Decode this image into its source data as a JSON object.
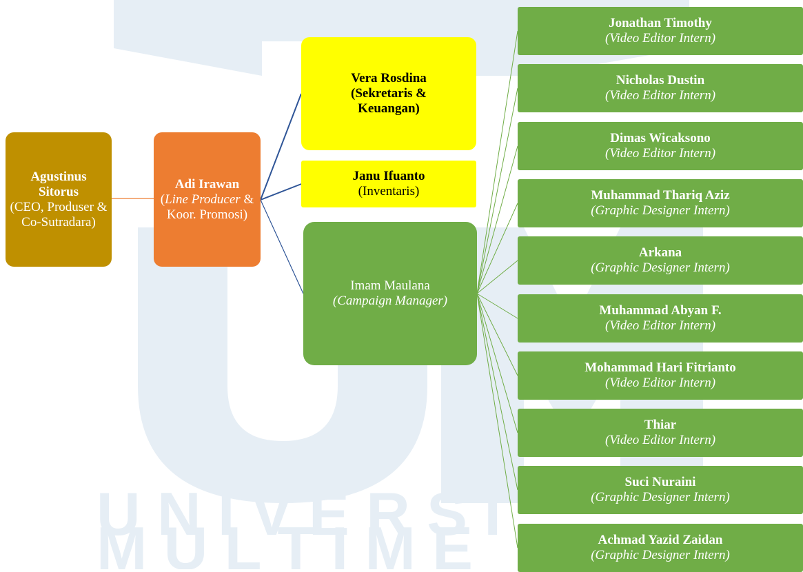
{
  "watermark": {
    "row1": "U N I V E R S I",
    "row2": "M U L T I M E"
  },
  "nodes": {
    "ceo": {
      "name": "Agustinus Sitorus",
      "role": "(CEO, Produser & Co-Sutradara)"
    },
    "line_producer": {
      "name": "Adi Irawan",
      "role_open": "(",
      "role_italic": "Line Producer",
      "role_rest": " & Koor. Promosi)"
    },
    "secretary": {
      "name": "Vera Rosdina (Sekretaris & Keuangan)"
    },
    "inventory": {
      "name": "Janu Ifuanto",
      "role": "(Inventaris)"
    },
    "campaign": {
      "name": "Imam Maulana",
      "role": "(Campaign Manager)"
    }
  },
  "interns": [
    {
      "name": "Jonathan Timothy",
      "role": "(Video Editor Intern)"
    },
    {
      "name": "Nicholas Dustin",
      "role": "(Video Editor Intern)"
    },
    {
      "name": "Dimas Wicaksono",
      "role": "(Video Editor Intern)"
    },
    {
      "name": "Muhammad Thariq Aziz",
      "role": "(Graphic Designer Intern)"
    },
    {
      "name": "Arkana",
      "role": "(Graphic Designer Intern)"
    },
    {
      "name": "Muhammad Abyan F.",
      "role": "(Video Editor Intern)"
    },
    {
      "name": "Mohammad Hari Fitrianto",
      "role": "(Video Editor Intern)"
    },
    {
      "name": "Thiar",
      "role": "(Video Editor Intern)"
    },
    {
      "name": "Suci Nuraini",
      "role": "(Graphic Designer Intern)"
    },
    {
      "name": "Achmad Yazid Zaidan",
      "role": "(Graphic Designer Intern)"
    }
  ],
  "colors": {
    "ceo": "#bf9000",
    "line_producer": "#ed7d31",
    "staff": "#ffff00",
    "campaign": "#70ad47",
    "connector_orange": "#ed7d31",
    "connector_blue": "#2f5597",
    "connector_green": "#70ad47"
  }
}
